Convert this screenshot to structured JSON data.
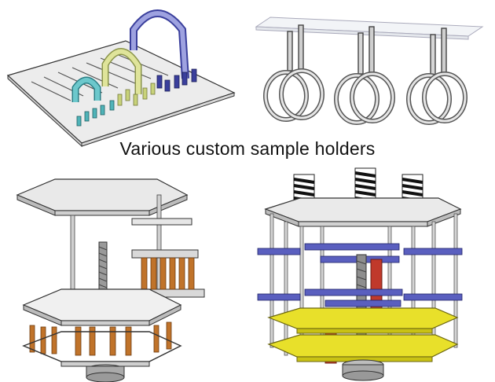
{
  "caption": "Various custom sample holders",
  "colors": {
    "background": "#ffffff",
    "plate": "#e8e8e8",
    "metal": "#bdbdbd",
    "cyan": "#4fb3b8",
    "yellow_green": "#c8d27a",
    "blue": "#3a3f9c",
    "lavender": "#6a6fc2",
    "copper": "#c0732a",
    "bright_yellow": "#e8e02a",
    "red": "#c0392b"
  },
  "panels": [
    {
      "name": "arched-rod-plate-holder"
    },
    {
      "name": "ring-hook-holder"
    },
    {
      "name": "hexagonal-frame-with-copper-clips"
    },
    {
      "name": "multi-tier-hexagonal-frame-with-springs"
    }
  ]
}
